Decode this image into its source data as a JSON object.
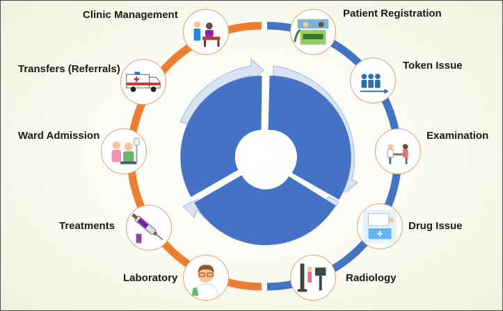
{
  "diagram": {
    "stages": [
      {
        "label": "Patient Registration",
        "icon": "hospital-reception-icon"
      },
      {
        "label": "Token Issue",
        "icon": "queue-people-icon"
      },
      {
        "label": "Examination",
        "icon": "doctor-consultation-icon"
      },
      {
        "label": "Drug Issue",
        "icon": "pharmacy-icon"
      },
      {
        "label": "Radiology",
        "icon": "xray-machine-icon"
      },
      {
        "label": "Laboratory",
        "icon": "lab-scientist-icon"
      },
      {
        "label": "Treatments",
        "icon": "syringe-icon"
      },
      {
        "label": "Ward Admission",
        "icon": "nurse-patient-icon"
      },
      {
        "label": "Transfers (Referrals)",
        "icon": "ambulance-icon"
      },
      {
        "label": "Clinic Management",
        "icon": "clinic-consultation-icon"
      }
    ],
    "colors": {
      "ring_blue": "#4472c4",
      "ring_orange": "#ed7d31",
      "segment_blue": "#4472c4",
      "arrow_light": "#dae3f3",
      "arrow_stroke": "#b4c7e7"
    }
  }
}
